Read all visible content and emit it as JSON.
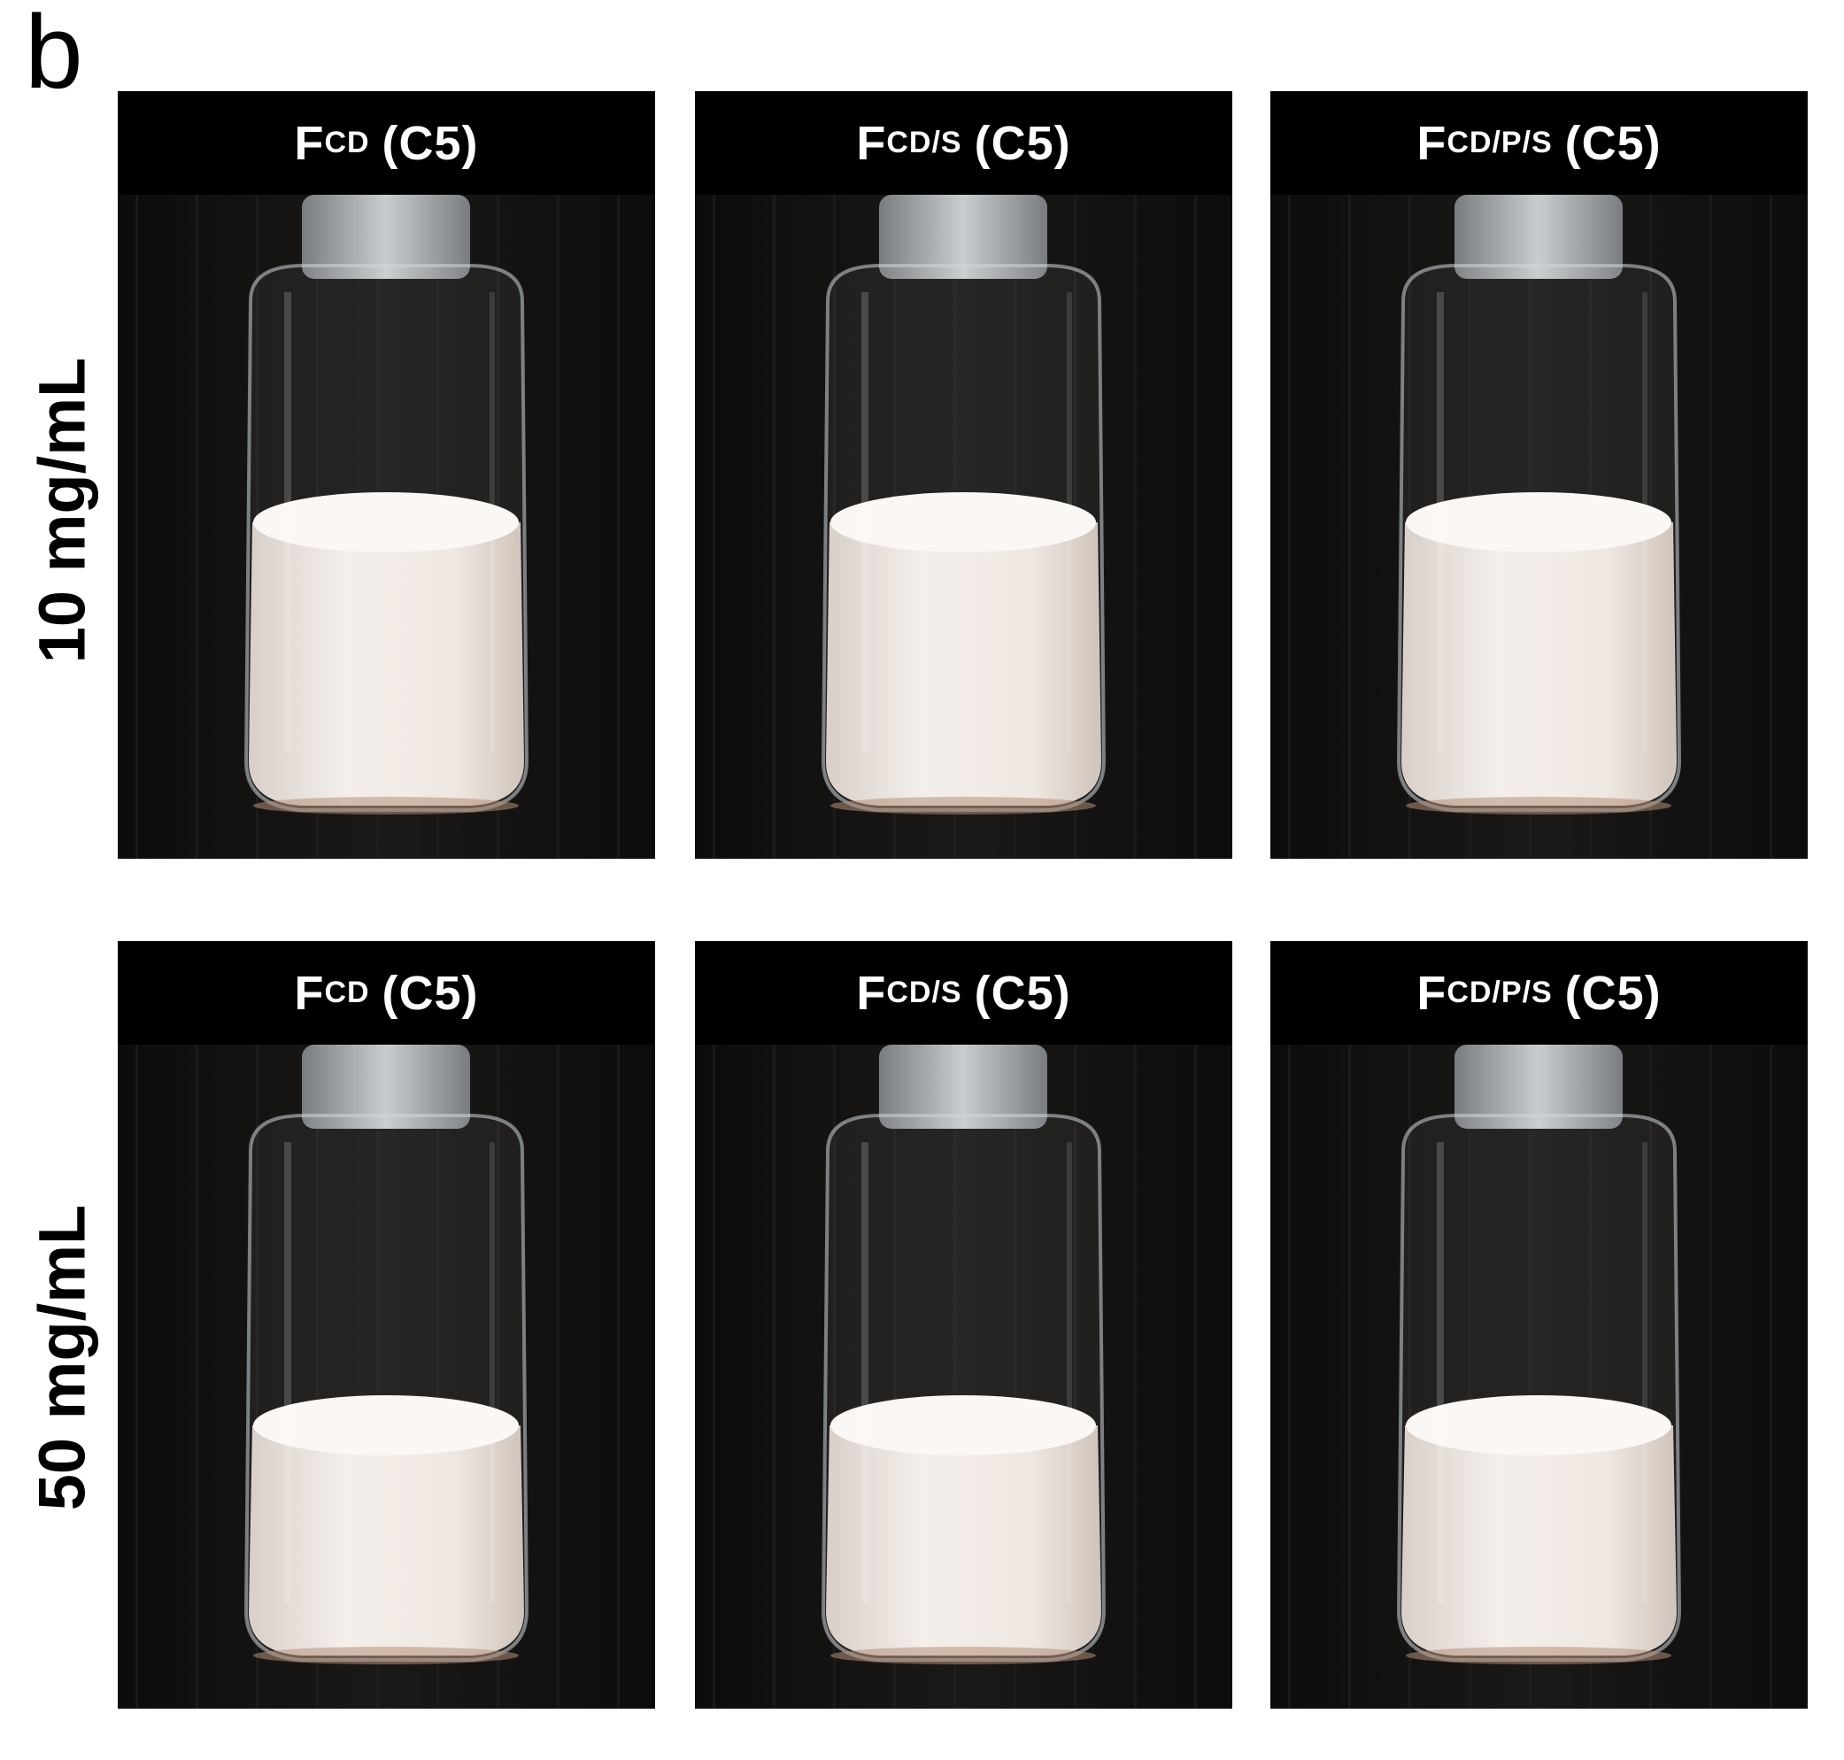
{
  "panel_label": "b",
  "rows": [
    {
      "label": "10 mg/mL"
    },
    {
      "label": "50 mg/mL"
    }
  ],
  "tiles": [
    {
      "base": "F",
      "sub": "CD",
      "suffix": "(C5)"
    },
    {
      "base": "F",
      "sub": "CD/S",
      "suffix": "(C5)"
    },
    {
      "base": "F",
      "sub": "CD/P/S",
      "suffix": "(C5)"
    },
    {
      "base": "F",
      "sub": "CD",
      "suffix": "(C5)"
    },
    {
      "base": "F",
      "sub": "CD/S",
      "suffix": "(C5)"
    },
    {
      "base": "F",
      "sub": "CD/P/S",
      "suffix": "(C5)"
    }
  ]
}
